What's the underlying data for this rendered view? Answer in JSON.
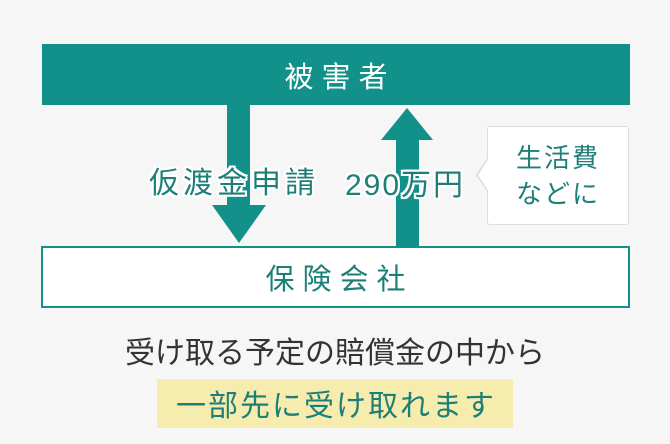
{
  "diagram": {
    "victim_label": "被害者",
    "insurer_label": "保険会社",
    "request_label": "仮渡金申請",
    "amount_label": "290万円",
    "bubble": {
      "line1": "生活費",
      "line2": "などに"
    }
  },
  "caption": {
    "line1": "受け取る予定の賠償金の中から",
    "line2_highlight": "一部先に受け取れます"
  },
  "colors": {
    "teal": "#12918A",
    "teal-text": "#1E7E78",
    "highlight": "#F5ECAD",
    "bg": "#F6F6F6",
    "dark-text": "#333333",
    "bubble-border": "#DDDDDD"
  }
}
